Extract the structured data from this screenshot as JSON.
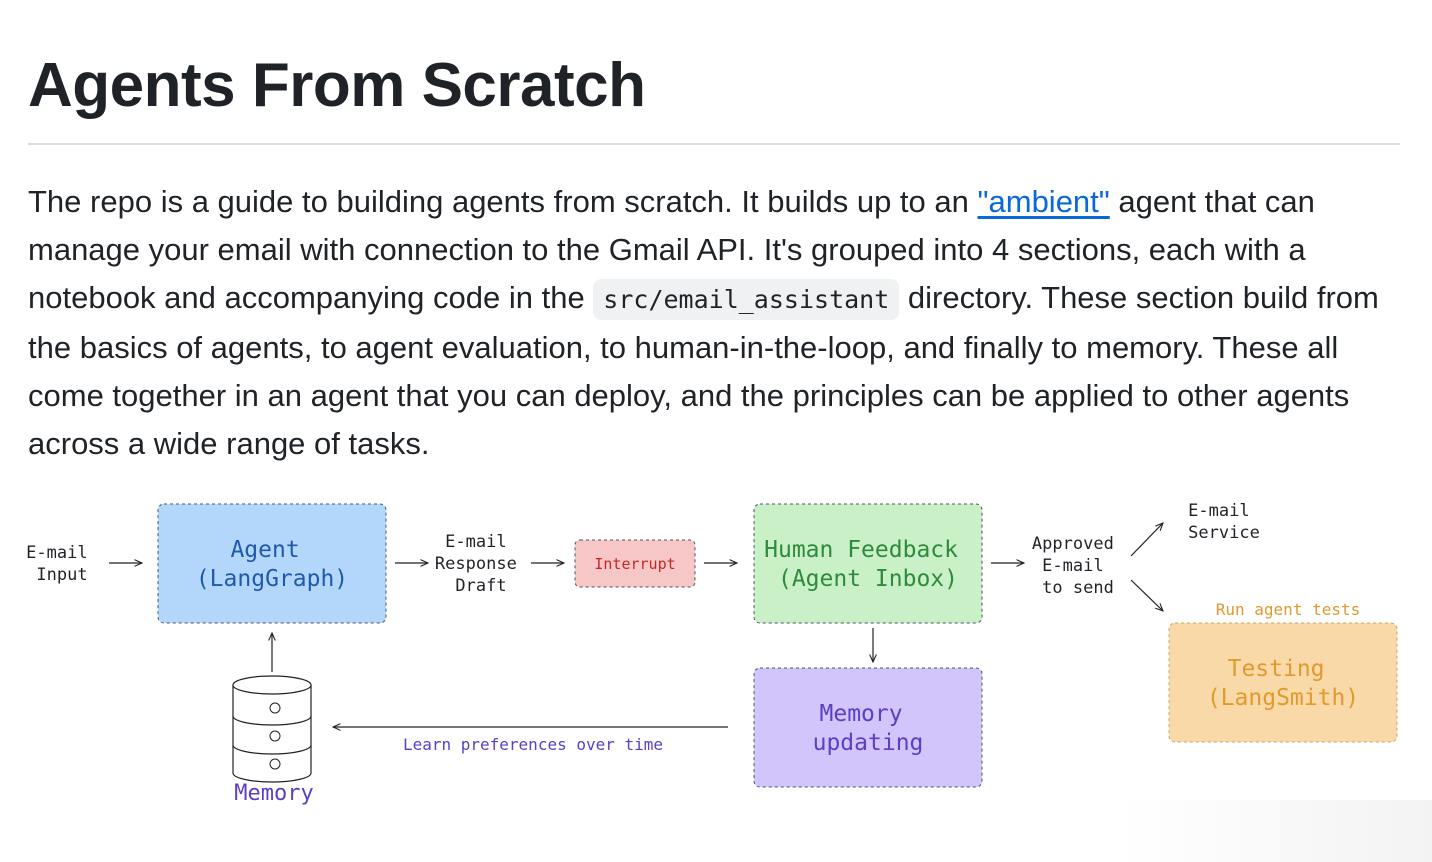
{
  "header": {
    "title": "Agents From Scratch"
  },
  "intro": {
    "part1": "The repo is a guide to building agents from scratch. It builds up to an ",
    "link_text": "\"ambient\"",
    "part2": " agent that can manage your email with connection to the Gmail API. It's grouped into 4 sections, each with a notebook and accompanying code in the ",
    "code": "src/email_assistant",
    "part3": " directory. These section build from the basics of agents, to agent evaluation, to human-in-the-loop, and finally to memory. These all come together in an agent that you can deploy, and the principles can be applied to other agents across a wide range of tasks."
  },
  "diagram": {
    "input_line1": "E-mail",
    "input_line2": "Input",
    "agent_line1": "Agent",
    "agent_line2": "(LangGraph)",
    "draft_line1": "E-mail",
    "draft_line2": "Response",
    "draft_line3": "Draft",
    "interrupt": "Interrupt",
    "feedback_line1": "Human Feedback",
    "feedback_line2": "(Agent Inbox)",
    "approved_line1": "Approved",
    "approved_line2": "E-mail",
    "approved_line3": "to send",
    "service_line1": "E-mail",
    "service_line2": "Service",
    "tests_label": "Run agent tests",
    "testing_line1": "Testing",
    "testing_line2": "(LangSmith)",
    "memupd_line1": "Memory",
    "memupd_line2": "updating",
    "learn_label": "Learn preferences over time",
    "memory_label": "Memory"
  },
  "colors": {
    "agent_fill": "#b3d7fb",
    "feedback_fill": "#c9f0c7",
    "interrupt_fill": "#f7c6c6",
    "memupd_fill": "#d2c5fb",
    "testing_fill": "#fad9a8",
    "link": "#0969da"
  }
}
